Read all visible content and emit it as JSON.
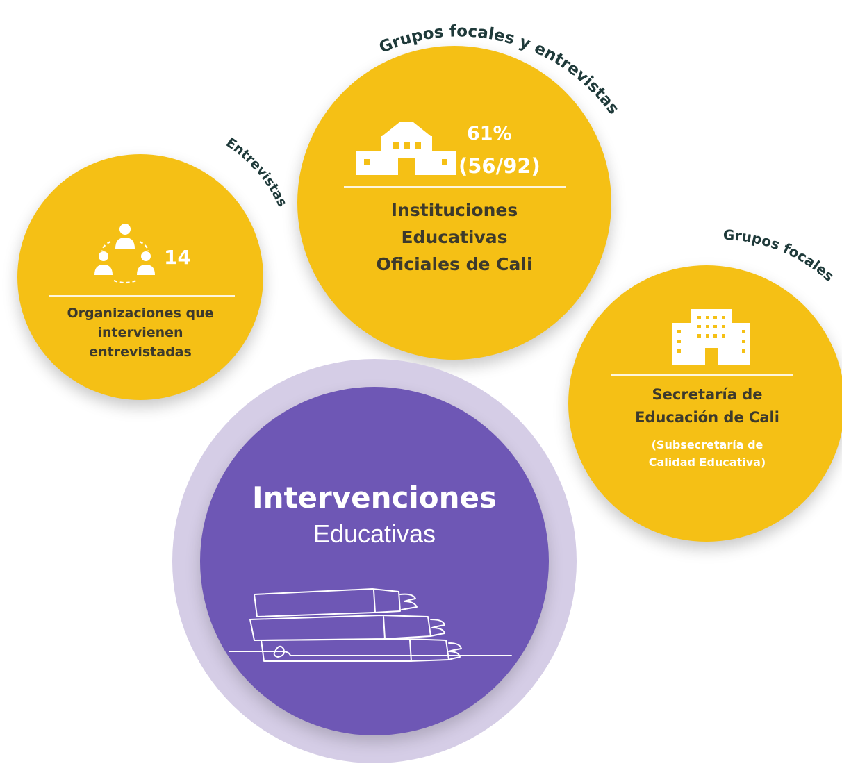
{
  "arcs": {
    "org": "Entrevistas",
    "inst": "Grupos focales y entrevistas",
    "sec": "Grupos focales"
  },
  "org": {
    "count": "14",
    "label_lines": [
      "Organizaciones que",
      "intervienen",
      "entrevistadas"
    ]
  },
  "inst": {
    "percent": "61%",
    "ratio": "(56/92)",
    "label_lines": [
      "Instituciones",
      "Educativas",
      "Oficiales de Cali"
    ]
  },
  "sec": {
    "label_lines": [
      "Secretaría de",
      "Educación de Cali"
    ],
    "sub_lines": [
      "(Subsecretaría de",
      "Calidad Educativa)"
    ]
  },
  "center": {
    "title": "Intervenciones",
    "subtitle": "Educativas"
  },
  "colors": {
    "yellow": "#f5c015",
    "purple": "#6e57b5",
    "ring": "#d5cde6",
    "dark_text": "#3d3a2c",
    "arc_text": "#1f3a3a"
  },
  "icons": {
    "org": "people-network-icon",
    "inst": "school-building-icon",
    "sec": "office-building-icon",
    "center": "books-stack-line-icon"
  }
}
